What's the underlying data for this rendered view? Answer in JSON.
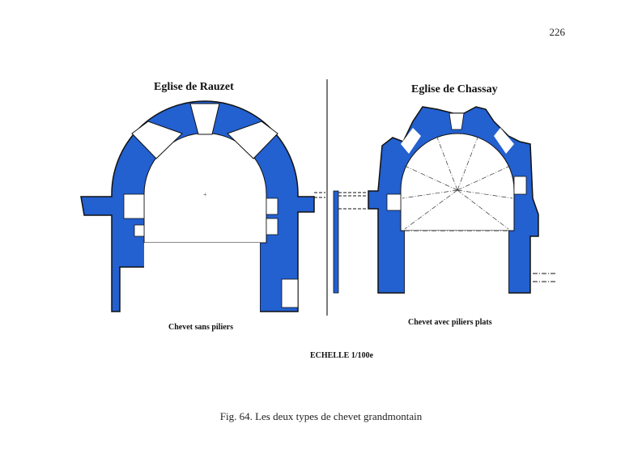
{
  "page_number": "226",
  "figure": {
    "left_plan": {
      "title": "Eglise de Rauzet",
      "subtitle": "Chevet sans piliers"
    },
    "right_plan": {
      "title": "Eglise de Chassay",
      "subtitle": "Chevet avec  piliers plats"
    },
    "scale": "ECHELLE  1/100e",
    "caption": "Fig. 64. Les deux types de chevet grandmontain"
  },
  "colors": {
    "wall_fill": "#2360d0",
    "line": "#111111"
  }
}
